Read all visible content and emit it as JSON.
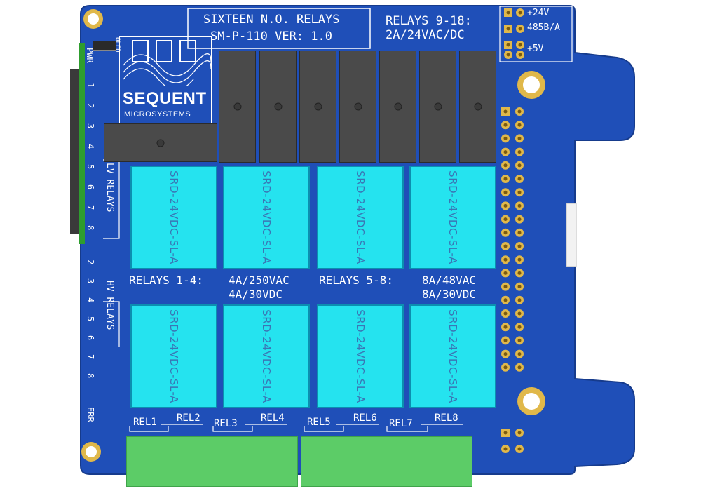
{
  "board": {
    "title_line1": "SIXTEEN N.O. RELAYS",
    "title_line2": "SM-P-110 VER: 1.0",
    "relays_9_18_line1": "RELAYS 9-18:",
    "relays_9_18_line2": "2A/24VAC/DC",
    "power_24v": "+24V",
    "power_485": "485B/A",
    "power_5v": "+5V",
    "brand_name": "SEQUENT",
    "brand_sub": "MICROSYSTEMS",
    "oled_label": "OLED",
    "pwr_label": "PWR",
    "err_label": "ERR",
    "lv_relays": "LV RELAYS",
    "hv_relays": "HV RELAYS",
    "relays_1_4": "RELAYS 1-4:",
    "relays_1_4_ac": "4A/250VAC",
    "relays_1_4_dc": "4A/30VDC",
    "relays_5_8": "RELAYS 5-8:",
    "relays_5_8_ac": "8A/48VAC",
    "relays_5_8_dc": "8A/30VDC",
    "relay_part": "SRD-24VDC-SL-A",
    "lv_numbers": [
      "1",
      "2",
      "3",
      "4",
      "5",
      "6",
      "7",
      "8"
    ],
    "hv_numbers": [
      "2",
      "3",
      "4",
      "5",
      "6",
      "7",
      "8"
    ],
    "rel_labels": [
      "REL1",
      "REL2",
      "REL3",
      "REL4",
      "REL5",
      "REL6",
      "REL7",
      "REL8"
    ],
    "colors": {
      "pcb": "#1f4fb8",
      "relay": "#25e3ef",
      "terminal": "#5ccc67",
      "ssr": "#4a4a4a",
      "pad": "#e0b84a"
    }
  }
}
